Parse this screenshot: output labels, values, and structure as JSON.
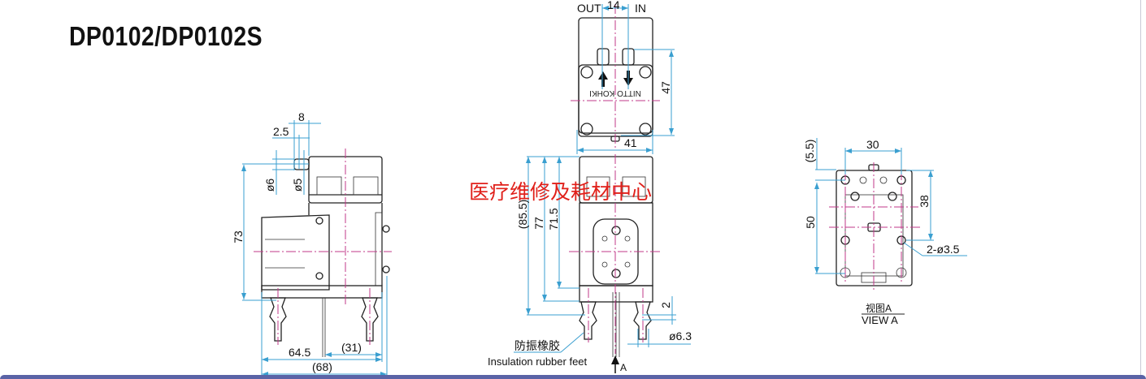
{
  "title": "DP0102/DP0102S",
  "watermark": "医疗维修及耗材中心",
  "side_view": {
    "dims": {
      "d8": "8",
      "d2_5": "2.5",
      "phi6": "ø6",
      "phi5": "ø5",
      "d73": "73",
      "d64_5": "64.5",
      "d31": "(31)",
      "d68": "(68)"
    }
  },
  "top_view": {
    "out_label": "OUT",
    "in_label": "IN",
    "d14": "14",
    "d47": "47",
    "d41": "41",
    "brand": "NITTO KOHKI"
  },
  "front_view": {
    "d85_5": "(85.5)",
    "d77": "77",
    "d71_5": "71.5",
    "d2": "2",
    "phi6_3": "ø6.3",
    "feet_cn": "防振橡胶",
    "feet_en": "Insulation rubber feet",
    "arrow_label": "A"
  },
  "view_a": {
    "d30": "30",
    "d5_5": "(5.5)",
    "d50": "50",
    "d38": "38",
    "holes": "2-ø3.5",
    "caption_cn": "视图A",
    "caption_en": "VIEW A"
  },
  "colors": {
    "dimension": "#3a9fd0",
    "centerline": "#c0388a",
    "watermark": "#e0201a",
    "band": "#5a63a6"
  }
}
